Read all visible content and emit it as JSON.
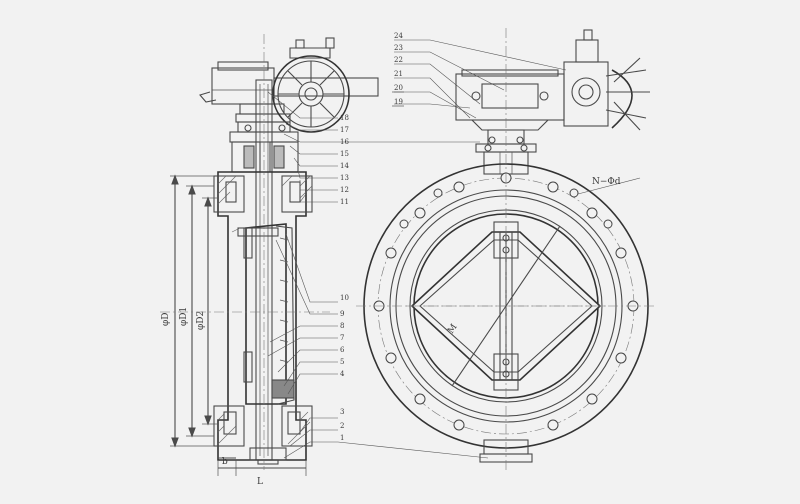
{
  "drawing": {
    "part_numbers": [
      "1",
      "2",
      "3",
      "4",
      "5",
      "6",
      "7",
      "8",
      "9",
      "10",
      "11",
      "12",
      "13",
      "14",
      "15",
      "16",
      "17",
      "18",
      "19",
      "20",
      "21",
      "22",
      "23",
      "24"
    ],
    "dims": {
      "d": "φD",
      "d1": "φD1",
      "d2": "φD2",
      "b": "b",
      "l": "L",
      "n_phi_d": "N−Φd",
      "m": "M"
    },
    "colors": {
      "background": "#f2f2f2",
      "line": "#4a4a4a"
    }
  }
}
